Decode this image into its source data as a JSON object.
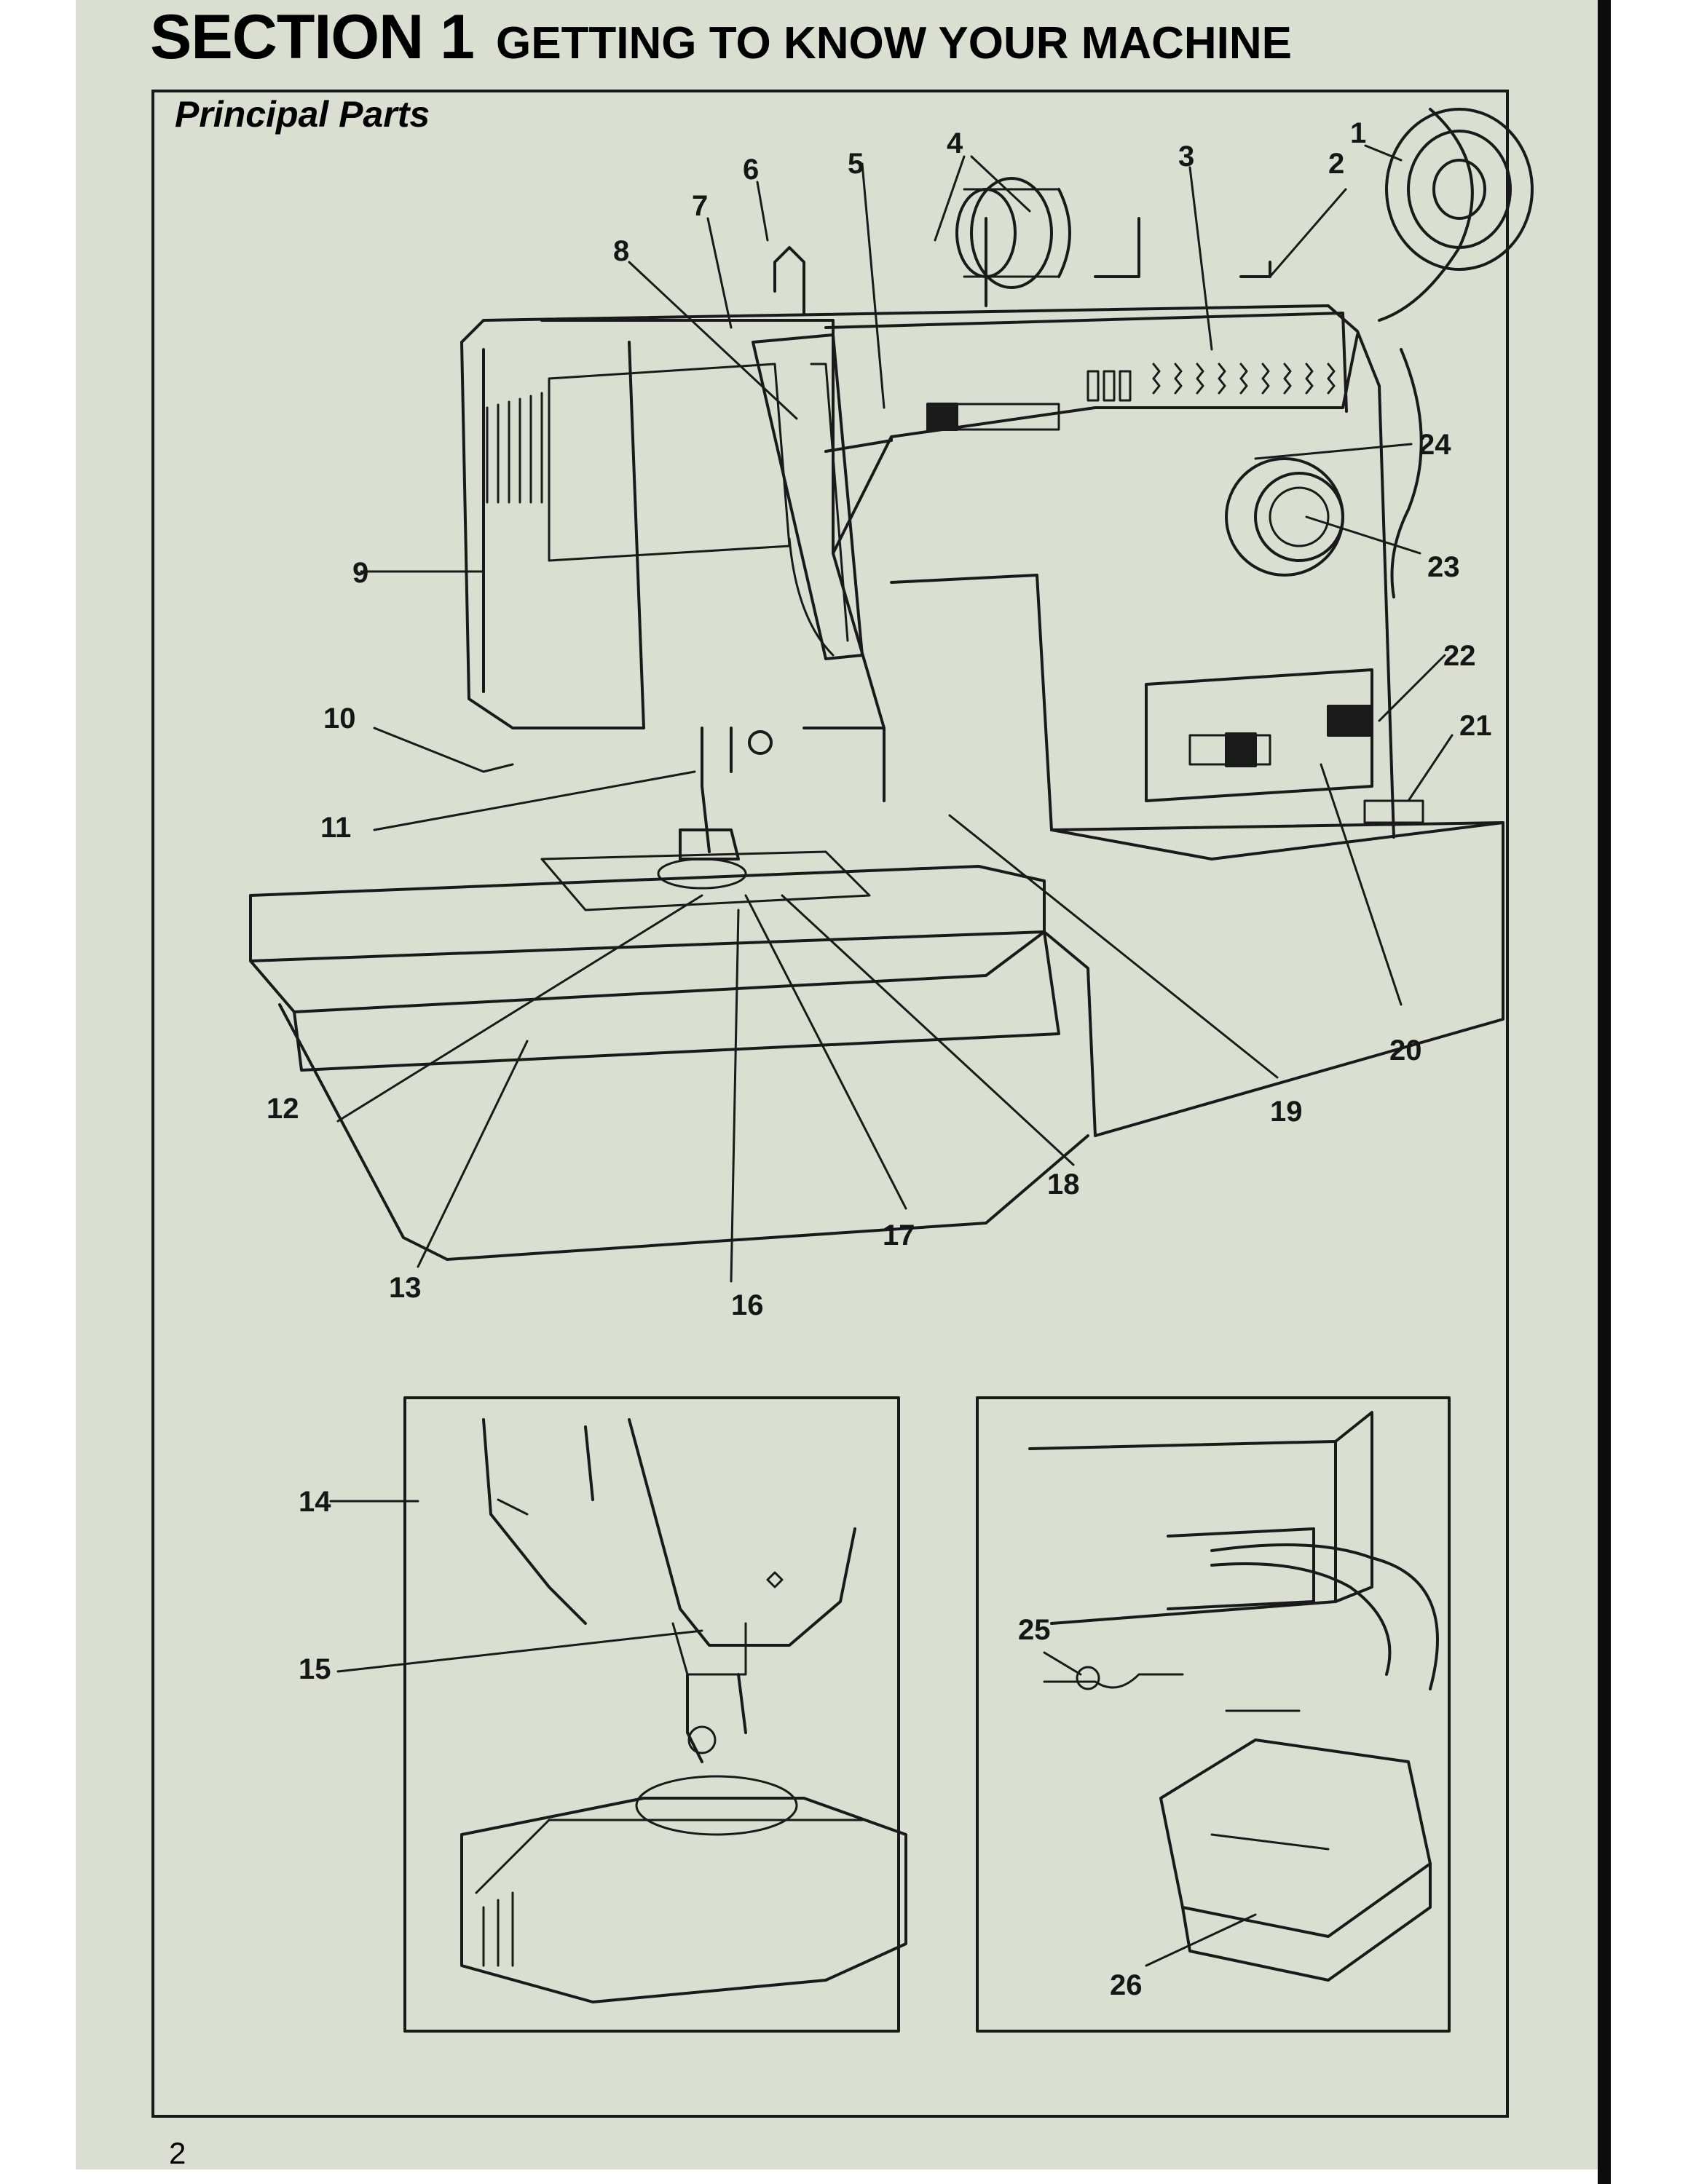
{
  "header": {
    "section": "SECTION 1",
    "title": "GETTING TO KNOW YOUR MACHINE"
  },
  "figure": {
    "caption": "Principal Parts",
    "callouts": [
      "1",
      "2",
      "3",
      "4",
      "5",
      "6",
      "7",
      "8",
      "9",
      "10",
      "11",
      "12",
      "13",
      "14",
      "15",
      "16",
      "17",
      "18",
      "19",
      "20",
      "21",
      "22",
      "23",
      "24",
      "25",
      "26"
    ],
    "inset_left_callouts": [
      "14",
      "15"
    ],
    "inset_right_callouts": [
      "25",
      "26"
    ]
  },
  "footer": {
    "page_number": "2"
  },
  "colors": {
    "paper": "#d9e0d2",
    "ink": "#161616"
  }
}
